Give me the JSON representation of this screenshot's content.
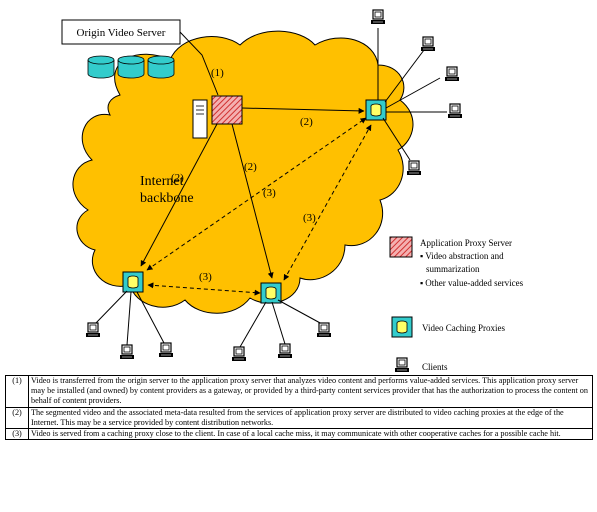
{
  "diagram": {
    "origin_server_label": "Origin Video Server",
    "backbone_label_line1": "Internet",
    "backbone_label_line2": "backbone",
    "edge_labels": {
      "step1": "(1)",
      "step2_to_right": "(2)",
      "step2_to_left": "(2)",
      "step2_to_mid": "(2)",
      "step3_center": "(3)",
      "step3_right": "(3)",
      "step3_bottom": "(3)"
    },
    "legend": {
      "app_proxy_title": "Application Proxy Server",
      "app_proxy_bullets": [
        "Video abstraction and",
        "summarization",
        "Other value-added services"
      ],
      "cache_label": "Video Caching Proxies",
      "clients_label": "Clients"
    },
    "colors": {
      "cloud": "#FFC000",
      "cache_box": "#33CCCC",
      "cylinder": "#FFFF66",
      "proxy_hatch": "#E05050",
      "disk": "#33CCCC"
    }
  },
  "steps_table": [
    {
      "num": "(1)",
      "text": "Video is transferred from the origin server to the application proxy server that analyzes video content and performs value-added services. This application proxy server may be installed (and owned) by content providers as a gateway, or provided by a third-party content services provider that has the authorization to process the content on behalf of content providers."
    },
    {
      "num": "(2)",
      "text": "The segmented video and the associated meta-data resulted from the services of application proxy server are distributed to video caching proxies at the edge of the Internet. This may be a service provided by content distribution networks."
    },
    {
      "num": "(3)",
      "text": "Video is served from a caching proxy close to the client. In case of a local cache miss, it may communicate with other cooperative caches for a possible cache hit."
    }
  ]
}
